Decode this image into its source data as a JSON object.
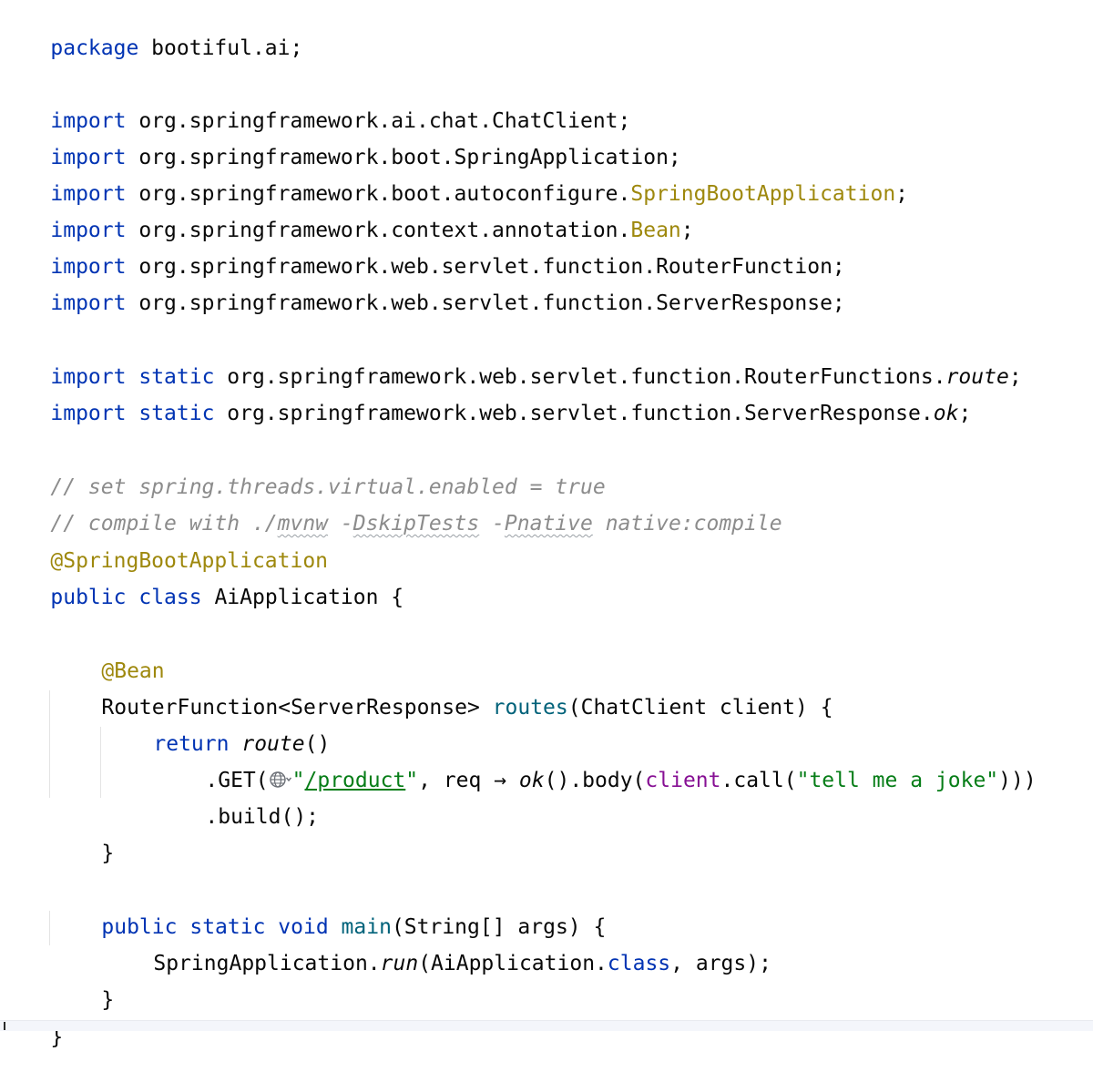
{
  "code": {
    "l1_pkg_kw": "package",
    "l1_pkg_name": " bootiful.ai;",
    "import_kw": "import",
    "static_kw": "static",
    "imp1": " org.springframework.ai.chat.ChatClient;",
    "imp2": " org.springframework.boot.SpringApplication;",
    "imp3_prefix": " org.springframework.boot.autoconfigure.",
    "imp3_cls": "SpringBootApplication",
    "imp4_prefix": " org.springframework.context.annotation.",
    "imp4_cls": "Bean",
    "semicolon": ";",
    "imp5": " org.springframework.web.servlet.function.RouterFunction;",
    "imp6": " org.springframework.web.servlet.function.ServerResponse;",
    "simp1_prefix": " org.springframework.web.servlet.function.RouterFunctions.",
    "simp1_member": "route",
    "simp2_prefix": " org.springframework.web.servlet.function.ServerResponse.",
    "simp2_member": "ok",
    "cmt1": "// set spring.threads.virtual.enabled = true",
    "cmt2_a": "// compile with ./",
    "cmt2_b": "mvnw",
    "cmt2_c": " -",
    "cmt2_d": "DskipTests",
    "cmt2_e": " -",
    "cmt2_f": "Pnative",
    "cmt2_g": " native:compile",
    "ann_app": "@SpringBootApplication",
    "public_kw": "public",
    "class_kw": "class",
    "class_name": " AiApplication {",
    "ann_bean": "@Bean",
    "routes_type": "RouterFunction<ServerResponse> ",
    "routes_name": "routes",
    "routes_params": "(ChatClient client) {",
    "return_kw": "return",
    "route_call": "route",
    "route_parens": "()",
    "get_call": ".GET(",
    "quote_open": "\"",
    "path_value": "/product",
    "quote_close": "\"",
    "lambda_part": ", req → ",
    "ok_call": "ok",
    "body_part": "().body(",
    "client_field": "client",
    "call_part": ".call(",
    "joke_string": "\"tell me a joke\"",
    "closing_parens": ")))",
    "build_call": ".build();",
    "close_brace": "}",
    "void_kw": "void",
    "main_name": "main",
    "main_params": "(String[] args) {",
    "spring_app": "SpringApplication.",
    "run_call": "run",
    "run_args_a": "(AiApplication.",
    "class_ref": "class",
    "run_args_b": ", args);"
  },
  "icons": {
    "globe": "globe-icon",
    "chevron": "chevron-down-icon"
  },
  "colors": {
    "keyword": "#0033b3",
    "annotation": "#9e880d",
    "comment": "#8c8c8c",
    "string": "#067d17",
    "method": "#00627a",
    "field": "#871094"
  }
}
